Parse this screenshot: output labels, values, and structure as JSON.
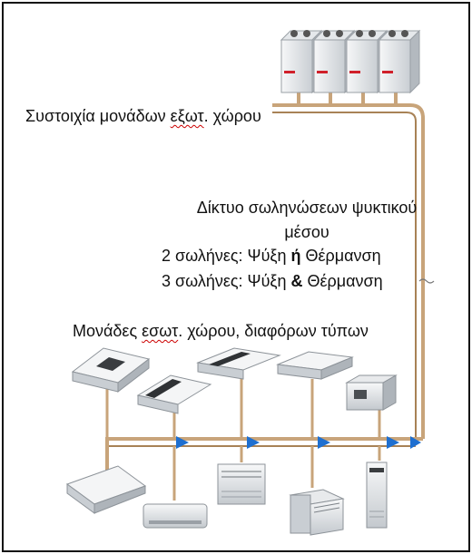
{
  "labels": {
    "outdoor_array": "Συστοιχία μονάδων εξωτ. χώρου",
    "outdoor_array_parts": [
      "Συστοιχία μονάδων ",
      "εξωτ",
      ". χώρου"
    ],
    "network_line1": "Δίκτυο σωληνώσεων ψυκτικού",
    "network_line2": "μέσου",
    "two_pipe": {
      "prefix": "2 σωλήνες: Ψύξη ",
      "bold": "ή",
      "suffix": " Θέρμανση"
    },
    "three_pipe": {
      "prefix": "3 σωλήνες: Ψύξη ",
      "bold": "&",
      "suffix": " Θέρμανση"
    },
    "indoor_units_parts": [
      "Μονάδες ",
      "εσωτ",
      ". χώρου, διαφόρων τύπων"
    ]
  },
  "colors": {
    "pipe": "#c8a47a",
    "pipe_dark": "#a88256",
    "arrow": "#1e6fd0",
    "unit_body": "#eef0f2",
    "unit_shade": "#b9bec4",
    "brand_red": "#d0202a"
  }
}
